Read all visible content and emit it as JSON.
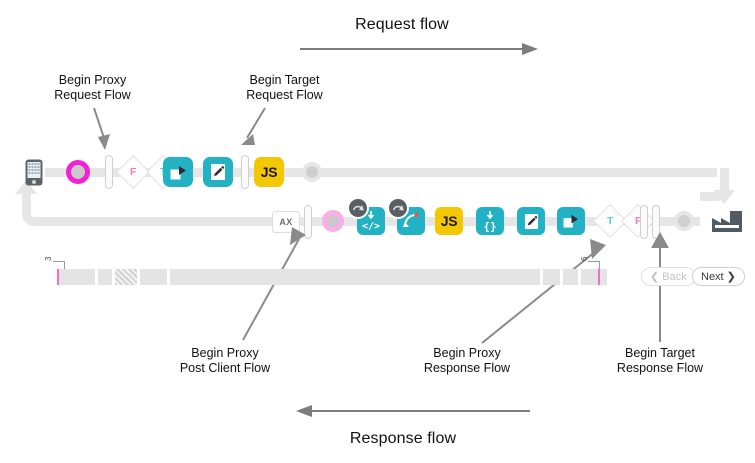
{
  "diagram": {
    "title_top": "Request flow",
    "title_bottom": "Response flow",
    "accent_teal": "#22b2c4",
    "accent_yellow": "#f4c800",
    "accent_magenta": "#f221d6",
    "accent_pink": "#f9aee6",
    "track_grey": "#e6e6e6",
    "arrow_grey": "#7c7c7c"
  },
  "callouts": [
    {
      "id": "begin-proxy-request-flow",
      "line1": "Begin Proxy",
      "line2": "Request Flow"
    },
    {
      "id": "begin-target-request-flow",
      "line1": "Begin Target",
      "line2": "Request Flow"
    },
    {
      "id": "begin-proxy-post-client-flow",
      "line1": "Begin Proxy",
      "line2": "Post Client Flow"
    },
    {
      "id": "begin-proxy-response-flow",
      "line1": "Begin Proxy",
      "line2": "Response Flow"
    },
    {
      "id": "begin-target-response-flow",
      "line1": "Begin Target",
      "line2": "Response Flow"
    }
  ],
  "request_row": {
    "nodes": [
      {
        "type": "device",
        "name": "mobile-device-icon",
        "label": ""
      },
      {
        "type": "ring",
        "name": "flow-start-marker",
        "label": ""
      },
      {
        "type": "bar",
        "name": "flow-separator-bar",
        "label": ""
      },
      {
        "type": "diamond",
        "name": "condition-f",
        "label": "F"
      },
      {
        "type": "diamond",
        "name": "condition-t",
        "label": "T"
      },
      {
        "type": "square",
        "name": "policy-assign-message",
        "label": ""
      },
      {
        "type": "square",
        "name": "policy-edit",
        "label": ""
      },
      {
        "type": "bar",
        "name": "flow-separator-bar",
        "label": ""
      },
      {
        "type": "js",
        "name": "policy-javascript",
        "label": "JS"
      },
      {
        "type": "dot",
        "name": "flow-end-marker",
        "label": ""
      }
    ]
  },
  "response_row": {
    "nodes": [
      {
        "type": "ax",
        "name": "ax-node",
        "label": "AX"
      },
      {
        "type": "bar",
        "name": "flow-separator-bar",
        "label": ""
      },
      {
        "type": "ring",
        "name": "post-client-marker",
        "label": ""
      },
      {
        "type": "square",
        "name": "policy-xml-code",
        "label": ""
      },
      {
        "type": "square",
        "name": "policy-raise-fault",
        "label": ""
      },
      {
        "type": "js",
        "name": "policy-javascript",
        "label": "JS"
      },
      {
        "type": "square",
        "name": "policy-json",
        "label": ""
      },
      {
        "type": "square",
        "name": "policy-edit",
        "label": ""
      },
      {
        "type": "square",
        "name": "policy-assign-message",
        "label": ""
      },
      {
        "type": "diamond",
        "name": "condition-t",
        "label": "T"
      },
      {
        "type": "diamond",
        "name": "condition-f",
        "label": "F"
      },
      {
        "type": "bar",
        "name": "flow-separator-bar",
        "label": ""
      },
      {
        "type": "bar",
        "name": "flow-separator-bar",
        "label": ""
      },
      {
        "type": "dot",
        "name": "flow-end-marker",
        "label": ""
      },
      {
        "type": "factory",
        "name": "target-server-icon",
        "label": ""
      }
    ]
  },
  "timeline": {
    "left_tick": "3",
    "right_tick": "6",
    "back_label": "❮ Back",
    "next_label": "Next ❯"
  }
}
